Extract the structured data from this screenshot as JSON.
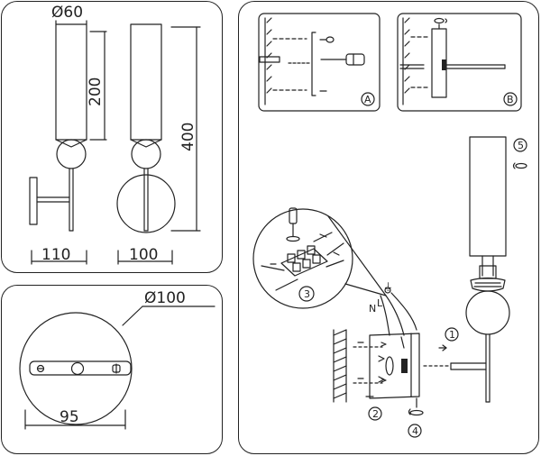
{
  "dimensions": {
    "shade_diameter": "Ø60",
    "shade_height": "200",
    "total_height": "400",
    "projection": "110",
    "base_width": "100",
    "plate_diameter": "Ø100",
    "plate_width": "95"
  },
  "steps": {
    "a": "A",
    "b": "B",
    "s1": "1",
    "s2": "2",
    "s3": "3",
    "s4": "4",
    "s5": "5"
  },
  "wire_labels": {
    "neutral": "N",
    "line": "L",
    "ground": "⏚"
  }
}
